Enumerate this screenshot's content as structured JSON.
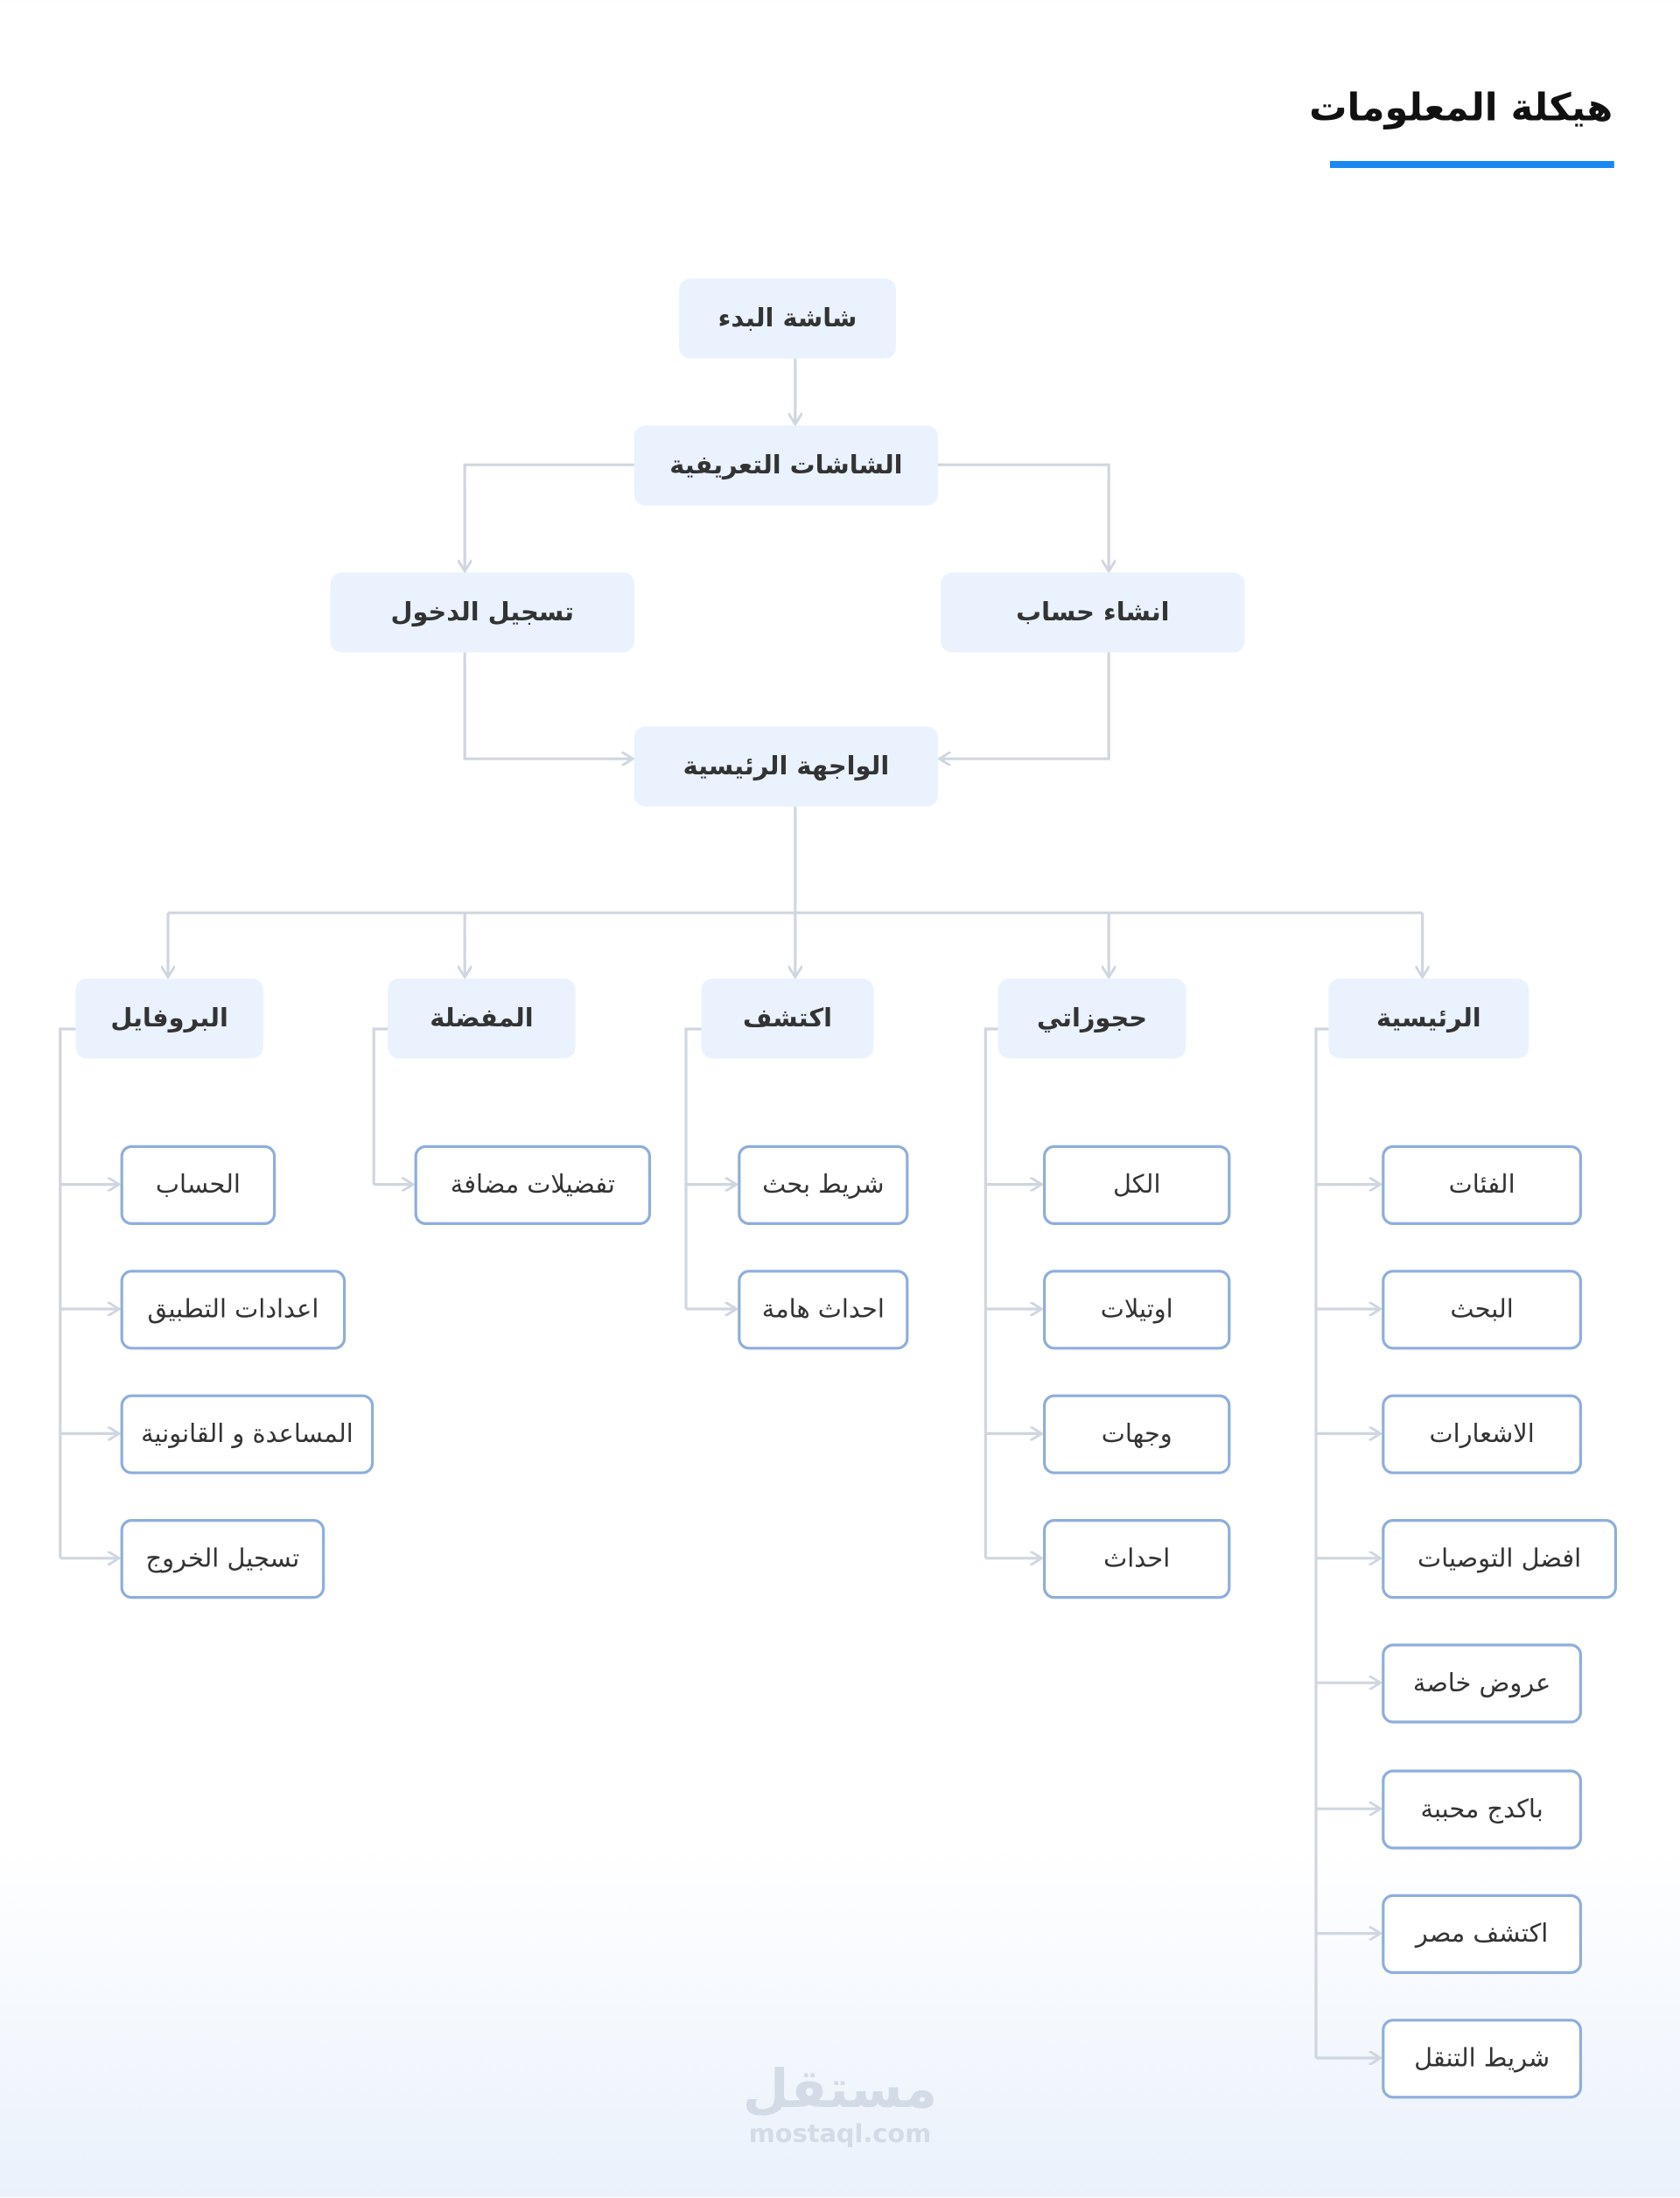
{
  "title": "هيكلة المعلومات",
  "accent": "#1a88f0",
  "flow": {
    "splash": "شاشة البدء",
    "onboarding": "الشاشات التعريفية",
    "login": "تسجيل الدخول",
    "signup": "انشاء حساب",
    "main": "الواجهة الرئيسية"
  },
  "sections": {
    "home": {
      "label": "الرئيسية",
      "items": [
        "الفئات",
        "البحث",
        "الاشعارات",
        "افضل التوصيات",
        "عروض خاصة",
        "باكدج محببة",
        "اكتشف مصر",
        "شريط التنقل"
      ]
    },
    "bookings": {
      "label": "حجوزاتي",
      "items": [
        "الكل",
        "اوتيلات",
        "وجهات",
        "احداث"
      ]
    },
    "explore": {
      "label": "اكتشف",
      "items": [
        "شريط بحث",
        "احداث هامة"
      ]
    },
    "favorites": {
      "label": "المفضلة",
      "items": [
        "تفضيلات مضافة"
      ]
    },
    "profile": {
      "label": "البروفايل",
      "items": [
        "الحساب",
        "اعدادات التطبيق",
        "المساعدة و القانونية",
        "تسجيل الخروج"
      ]
    }
  },
  "watermark": {
    "arabic": "مستقل",
    "latin": "mostaql.com"
  }
}
